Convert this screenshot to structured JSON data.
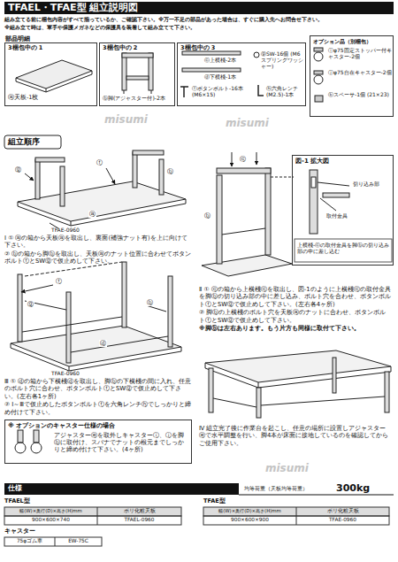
{
  "diagram": {
    "title": "TFAEL・TFAE型 組立説明図",
    "nodes": [
      {
        "text": [
          "部品明細",
          "3梱包中の 1",
          "ⓐ天板-1枚"
        ]
      },
      {
        "text": [
          "3梱包中の 2",
          "ⓑ脚(アジャスター付)-2本"
        ]
      },
      {
        "text": [
          "3梱包中の 3",
          "ⓒ上横棧-2本",
          "ⓓ下横棧-1本",
          "ⓖSW-16個 (M6スプリングワッシャー)",
          "ⓕボタンボルト-16本 (M6×15)",
          "ⓗ六角レンチ(M2.5)-1本"
        ]
      },
      {
        "text": [
          "オプション品（別梱包）",
          "ⓘφ75固定ストッパー付キャスター-2個",
          "ⓙφ75自在キャスター-2個",
          "ⓚスペーサ-1個 (21×23)"
        ]
      },
      {
        "text": [
          "図-1 拡大図",
          "切り込み部",
          "取付金具",
          "上横棧-ⓒの取付金具を脚ⓑの切り込み部の中に差し込む"
        ]
      },
      {
        "text": [
          "※ オプションのキャスター仕様の場合",
          "アジャスターⓔを取外しキャスターⓘ、ⓙを脚ⓑに取付け、スパナでナットの根元までしっかりと締め付けて下さい。(4ヶ所)"
        ]
      }
    ],
    "labels": [
      "組み立てる前に梱包内容がすべて揃っているか、ご確認下さい。※万一不足の部品があった場合は、すぐに購入先へお問合せ下さい。",
      "※組み立て時は、軍手や保護メガネなどの保護具を装着して組み立てて下さい。",
      "組立順序",
      "TFAE-0960",
      "ⓐ",
      "ⓑ",
      "ⓕ",
      "ⓖ",
      "Ⅰ ① ⓐの箱から天板ⓐを取出し、裏面(補強ナット有)を上に向けて下さい。",
      "② ⓑの箱から脚ⓑを取出し、天板ⓐのナット位置に合わせてボタンボルトⓕとSWⓖで仮止めして下さい。",
      "TFAE-0960",
      "ⓓ",
      "ⓑ",
      "ⓕ",
      "ⓖ",
      "Ⅲ ① ⓓの箱から下横棧ⓓを取出し、脚ⓑの下横棧の間に入れ、任意のボルト穴に合わせ、ボタンボルトⓕとSWⓖで仮止めして下さい。(左右各1ヶ所)",
      "② Ⅰ～Ⅲで仮止めしたボタンボルトⓕを六角レンチⓗでしっかりと締め付けて下さい。",
      "ⓒ",
      "ⓑ",
      "Ⅱ ① ⓒの箱から上横棧ⓒを取出し、図-1のように上横棧ⓒの取付金具を脚ⓑの切り込み部の中に差し込み、ボルト穴を合わせ、ボタンボルトⓕとSWⓖで仮止めして下さい。(左右各4ヶ所)",
      "② 脚ⓑの上横棧のボルト穴を天板ⓐのナットに合わせ、ボタンボルトⓕとSWⓖで仮止めして下さい。",
      "※脚ⓑは左右あります。もう片方も同様に取付て下さい。",
      "Ⅳ 組立完了後に作業台を起こし、任意の場所に設置しアジャスターⓔで水平調整を行い、脚4本が床面に接地しているのを確認してからご使用下さい。",
      "仕様",
      "均等荷重（天板均等荷重）",
      "300kg",
      "TFAEL型",
      "幅(W)×奥行(D)×高さ(H)mm",
      "ポリ化粧天板",
      "900×600×740",
      "TFAEL-0960",
      "TFAE型",
      "幅(W)×奥行(D)×高さ(H)mm",
      "ポリ化粧天板",
      "900×600×900",
      "TFAE-0960",
      "キャスター",
      "75φゴム車",
      "EW-75C",
      "misumi",
      "misumi",
      "misumi"
    ]
  }
}
